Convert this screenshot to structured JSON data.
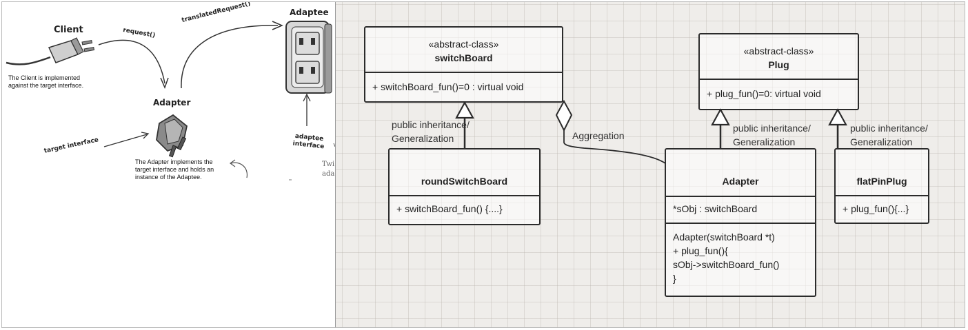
{
  "sketch": {
    "client_title": "Client",
    "client_desc_line1": "The Client is implemented",
    "client_desc_line2": "against the target interface.",
    "request_label": "request()",
    "translated_label": "translatedRequest()",
    "adaptee_title": "Adaptee",
    "adapter_title": "Adapter",
    "target_interface_label": "target interface",
    "adapter_desc_line1": "The Adapter implements the",
    "adapter_desc_line2": "target interface and holds an",
    "adapter_desc_line3": "instance of the Adaptee.",
    "adaptee_interface_line1": "adaptee",
    "adaptee_interface_line2": "interface",
    "clipped_note_line1": "Twi",
    "clipped_note_line2": "ada"
  },
  "uml": {
    "switchboard": {
      "stereotype": "«abstract-class»",
      "name": "switchBoard",
      "method": "+ switchBoard_fun()=0 : virtual void"
    },
    "plug": {
      "stereotype": "«abstract-class»",
      "name": "Plug",
      "method": "+ plug_fun()=0: virtual void"
    },
    "round_switchboard": {
      "name": "roundSwitchBoard",
      "method": "+ switchBoard_fun() {....}"
    },
    "adapter": {
      "name": "Adapter",
      "attribute": "*sObj : switchBoard",
      "method_lines": [
        "Adapter(switchBoard *t)",
        "+ plug_fun(){",
        "sObj->switchBoard_fun()",
        "}"
      ]
    },
    "flat_pin_plug": {
      "name": "flatPinPlug",
      "method": "+ plug_fun(){...}"
    },
    "labels": {
      "inheritance_line1": "public inheritance/",
      "inheritance_line2": "Generalization",
      "aggregation": "Aggregation"
    }
  },
  "colors": {
    "canvas": "#efedea",
    "ink": "#2b2b2b"
  }
}
